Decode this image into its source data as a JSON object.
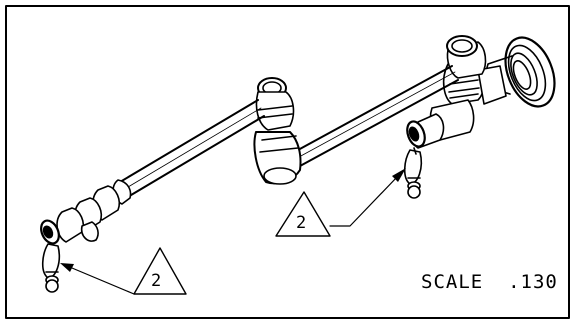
{
  "drawing": {
    "balloons": [
      {
        "number": "2",
        "target": "left-handle"
      },
      {
        "number": "2",
        "target": "right-handle"
      }
    ],
    "scale_label": "SCALE  .130"
  }
}
